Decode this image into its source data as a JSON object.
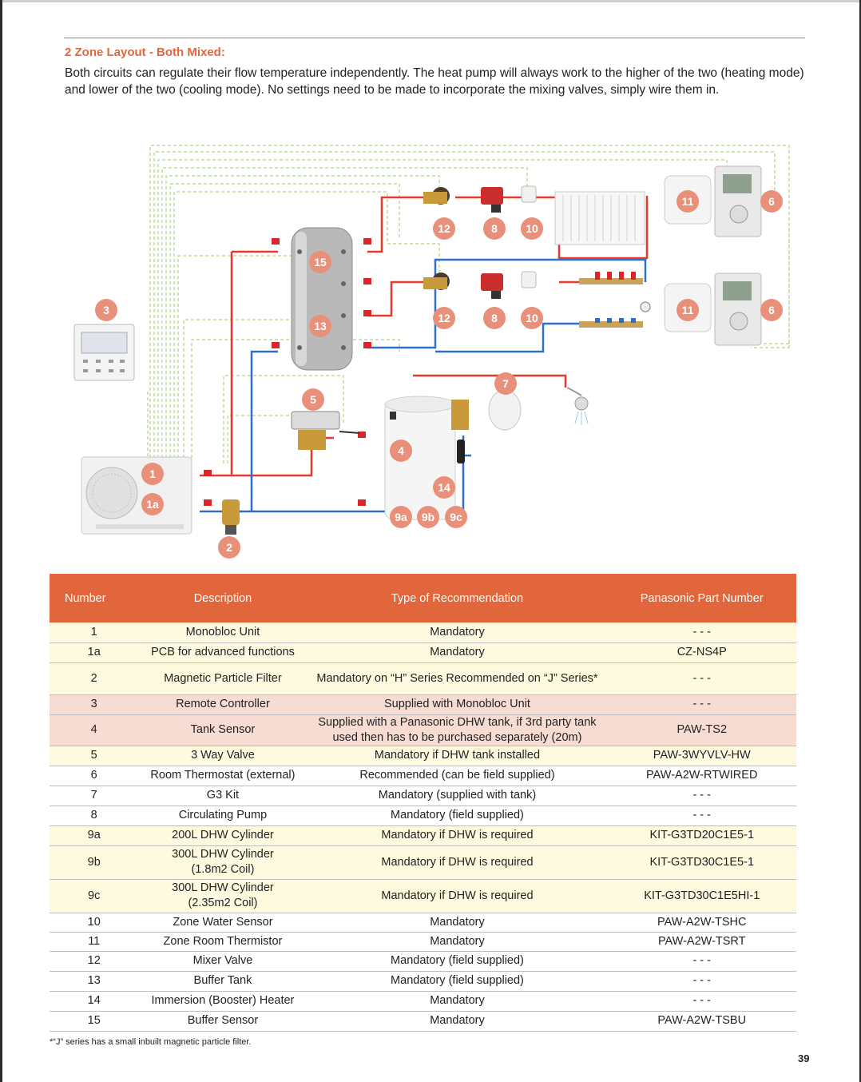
{
  "heading": "2 Zone Layout - Both Mixed:",
  "intro": "Both circuits can regulate their flow temperature independently.  The heat pump will always work to the higher of the two (heating mode) and lower of the two (cooling mode).  No settings need to be made to incorporate the mixing valves, simply wire them in.",
  "diagram": {
    "labels": {
      "l1": "1",
      "l1a": "1a",
      "l2": "2",
      "l3": "3",
      "l4": "4",
      "l5": "5",
      "l6a": "6",
      "l6b": "6",
      "l7": "7",
      "l8a": "8",
      "l8b": "8",
      "l9a": "9a",
      "l9b": "9b",
      "l9c": "9c",
      "l10a": "10",
      "l10b": "10",
      "l11a": "11",
      "l11b": "11",
      "l12a": "12",
      "l12b": "12",
      "l13": "13",
      "l14": "14",
      "l15": "15"
    },
    "colors": {
      "label_fill": "#e8907a",
      "flow_pipe": "#e63a2e",
      "return_pipe": "#2f6fc4",
      "wire": "#9cc96a"
    }
  },
  "table": {
    "headers": [
      "Number",
      "Description",
      "Type of Recommendation",
      "Panasonic Part Number"
    ],
    "rows": [
      {
        "num": "1",
        "desc": "Monobloc Unit",
        "rec": "Mandatory",
        "part": "- - -"
      },
      {
        "num": "1a",
        "desc": "PCB for advanced functions",
        "rec": "Mandatory",
        "part": "CZ-NS4P"
      },
      {
        "num": "2",
        "desc": "Magnetic Particle Filter",
        "rec": "Mandatory on “H” Series Recommended on “J” Series*",
        "part": "- - -"
      },
      {
        "num": "3",
        "desc": "Remote Controller",
        "rec": "Supplied with Monobloc Unit",
        "part": "- - -"
      },
      {
        "num": "4",
        "desc": "Tank Sensor",
        "rec": "Supplied with a Panasonic DHW tank, if 3rd party tank used then has to be  purchased separately (20m)",
        "part": "PAW-TS2"
      },
      {
        "num": "5",
        "desc": "3 Way Valve",
        "rec": "Mandatory if DHW tank installed",
        "part": "PAW-3WYVLV-HW"
      },
      {
        "num": "6",
        "desc": "Room Thermostat (external)",
        "rec": "Recommended (can be field supplied)",
        "part": "PAW-A2W-RTWIRED"
      },
      {
        "num": "7",
        "desc": "G3 Kit",
        "rec": "Mandatory (supplied with tank)",
        "part": "- - -"
      },
      {
        "num": "8",
        "desc": "Circulating Pump",
        "rec": "Mandatory  (field supplied)",
        "part": "- - -"
      },
      {
        "num": "9a",
        "desc": "200L DHW Cylinder",
        "rec": "Mandatory if DHW is required",
        "part": "KIT-G3TD20C1E5-1"
      },
      {
        "num": "9b",
        "desc": "300L DHW Cylinder (1.8m2 Coil)",
        "rec": "Mandatory if DHW is required",
        "part": "KIT-G3TD30C1E5-1"
      },
      {
        "num": "9c",
        "desc": "300L DHW Cylinder (2.35m2 Coil)",
        "rec": "Mandatory if DHW is required",
        "part": "KIT-G3TD30C1E5HI-1"
      },
      {
        "num": "10",
        "desc": "Zone Water Sensor",
        "rec": "Mandatory",
        "part": "PAW-A2W-TSHC"
      },
      {
        "num": "11",
        "desc": "Zone Room Thermistor",
        "rec": "Mandatory",
        "part": "PAW-A2W-TSRT"
      },
      {
        "num": "12",
        "desc": "Mixer Valve",
        "rec": "Mandatory  (field supplied)",
        "part": "- - -"
      },
      {
        "num": "13",
        "desc": "Buffer Tank",
        "rec": "Mandatory  (field supplied)",
        "part": "- - -"
      },
      {
        "num": "14",
        "desc": "Immersion (Booster) Heater",
        "rec": "Mandatory",
        "part": "- - -"
      },
      {
        "num": "15",
        "desc": "Buffer Sensor",
        "rec": "Mandatory",
        "part": "PAW-A2W-TSBU"
      }
    ]
  },
  "footnote": "*“J” series has a small inbuilt magnetic particle filter.",
  "page_number": "39"
}
